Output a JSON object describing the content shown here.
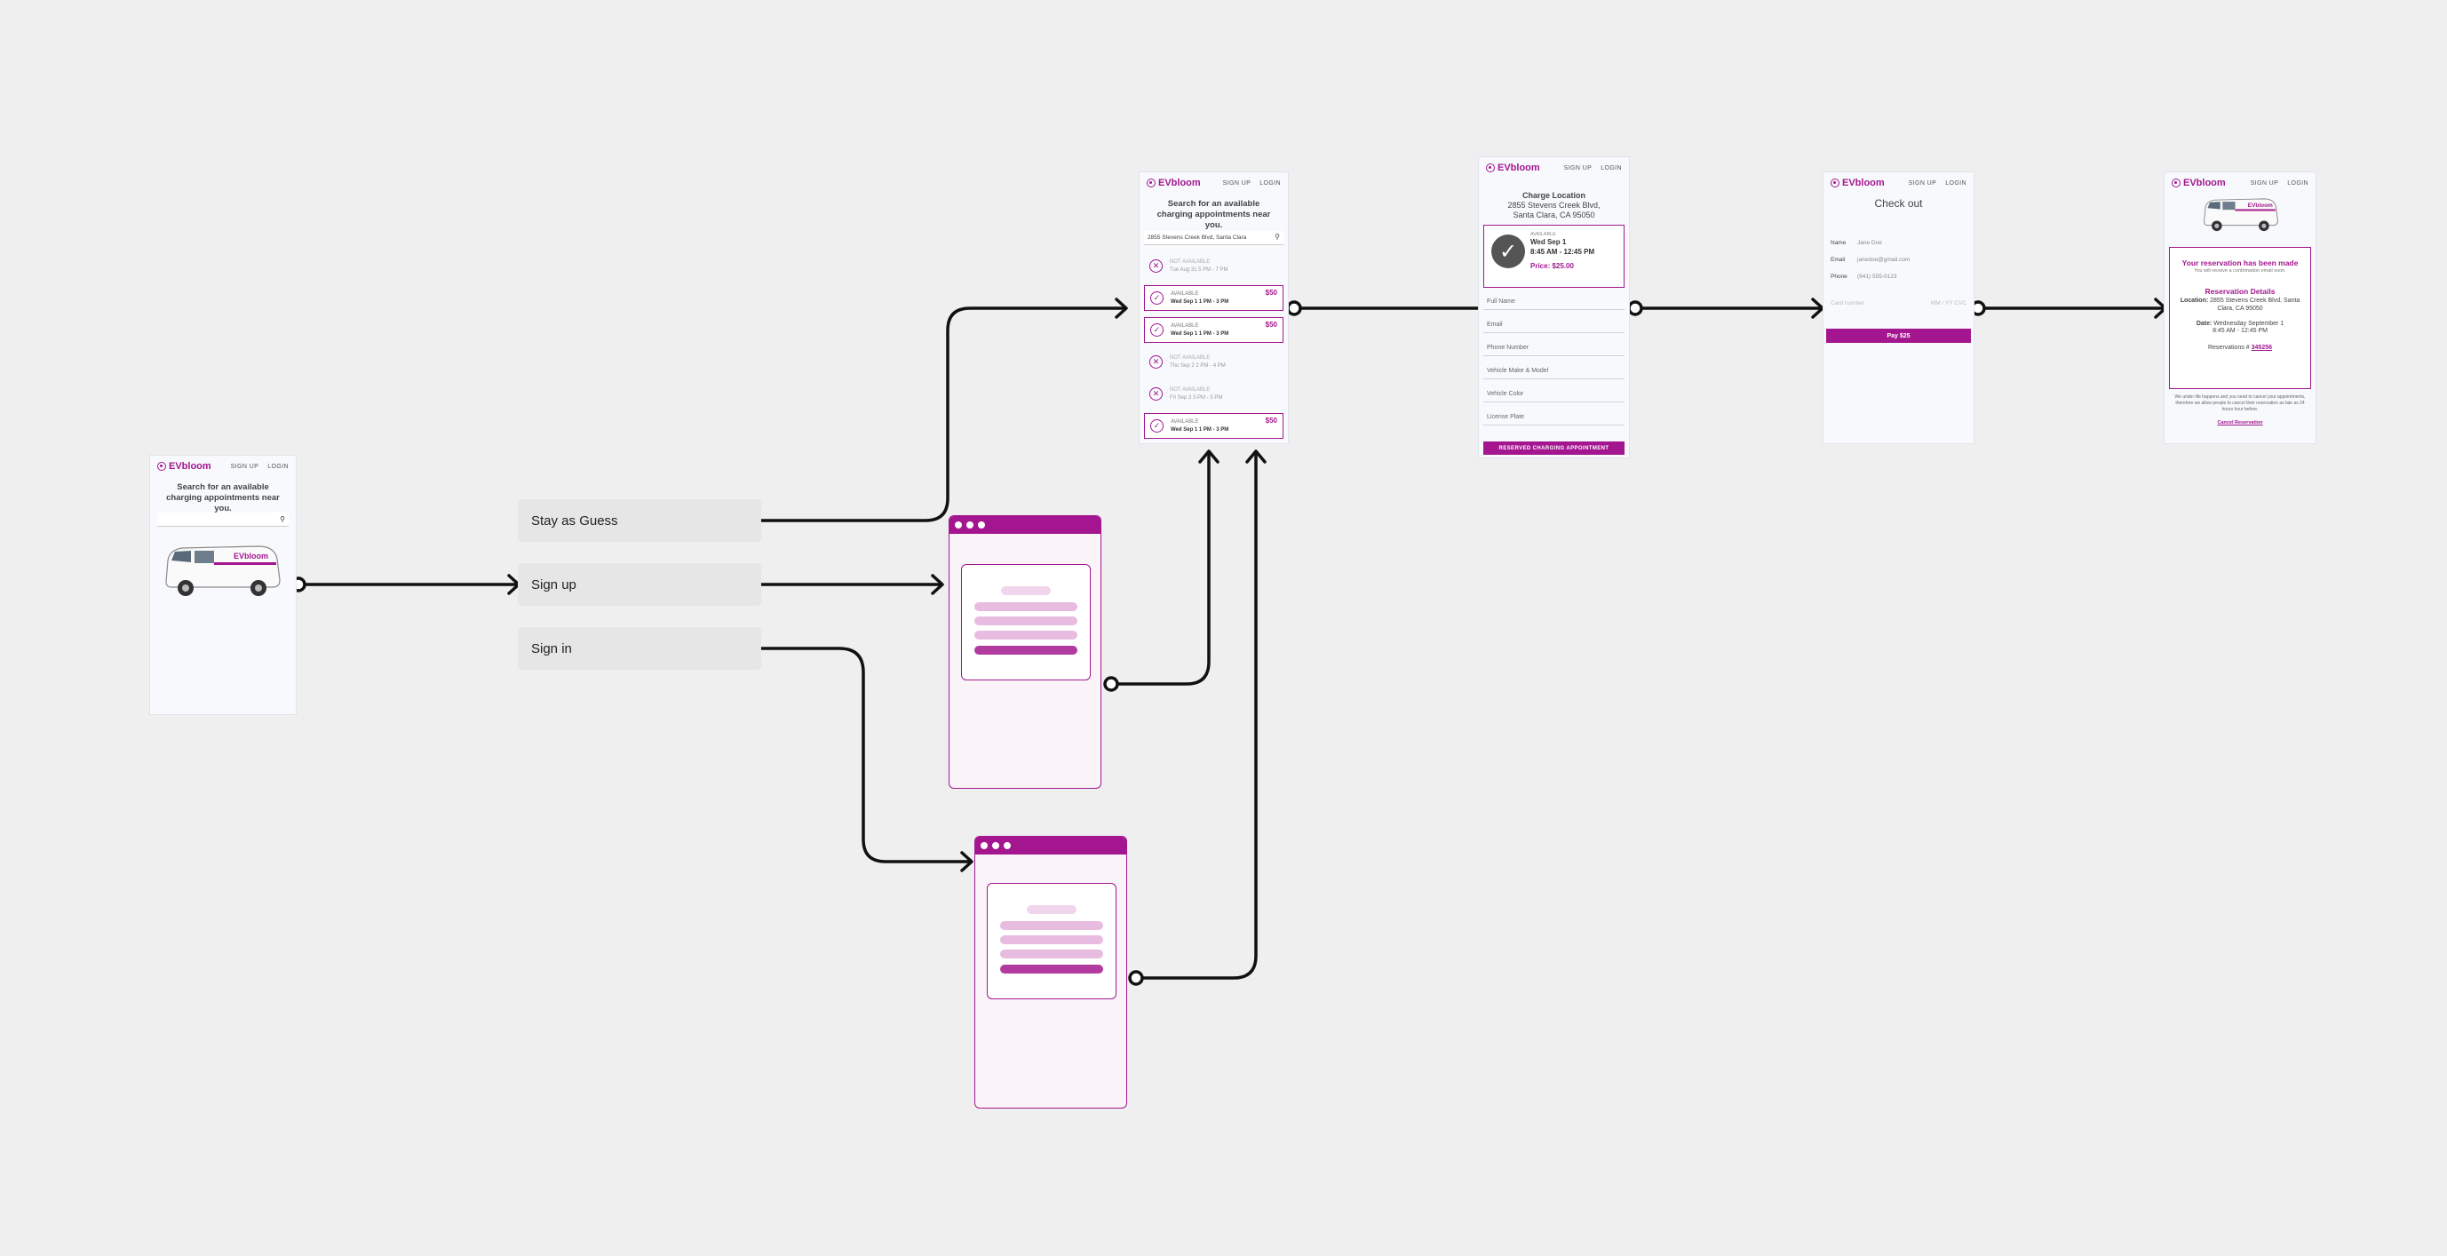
{
  "brand": {
    "name": "EVbloom",
    "accent": "#a3168f"
  },
  "nav": {
    "signup": "SIGN UP",
    "login": "LOGIN"
  },
  "landing": {
    "headline": "Search for an available charging appointments near you.",
    "van_label": "EVbloom",
    "search_icon": "search-icon"
  },
  "choices": {
    "guest": "Stay as Guess",
    "signup": "Sign up",
    "signin": "Sign in"
  },
  "results": {
    "headline": "Search for an available charging appointments near you.",
    "search_value": "2855 Stevens Creek Blvd, Santa Clara",
    "slots": [
      {
        "status": "NOT AVAILABLE",
        "time": "Tue Aug 31 5 PM - 7 PM",
        "price": "",
        "available": false
      },
      {
        "status": "AVAILABLE",
        "time": "Wed Sep 1 1 PM - 3 PM",
        "price": "$50",
        "available": true
      },
      {
        "status": "AVAILABLE",
        "time": "Wed Sep 1 1 PM - 3 PM",
        "price": "$50",
        "available": true
      },
      {
        "status": "NOT AVAILABLE",
        "time": "Thu Sep 2 2 PM - 4 PM",
        "price": "",
        "available": false
      },
      {
        "status": "NOT AVAILABLE",
        "time": "Fri Sep 3 3 PM - 5 PM",
        "price": "",
        "available": false
      },
      {
        "status": "AVAILABLE",
        "time": "Wed Sep 1 1 PM - 3 PM",
        "price": "$50",
        "available": true
      }
    ]
  },
  "details": {
    "title": "Charge Location",
    "address1": "2855 Stevens Creek Blvd,",
    "address2": "Santa Clara, CA 95050",
    "status": "AVAILABLE",
    "day": "Wed Sep 1",
    "time": "8:45 AM - 12:45 PM",
    "price": "Price: $25.00",
    "fields": [
      "Full Name",
      "Email",
      "Phone Number",
      "Vehicle Make & Model",
      "Vehicle Color",
      "License Plate"
    ],
    "button": "RESERVED CHARGING APPOINTMENT"
  },
  "checkout": {
    "title": "Check out",
    "rows": [
      {
        "label": "Name",
        "value": "Jane Doe"
      },
      {
        "label": "Email",
        "value": "janedoe@gmail.com"
      },
      {
        "label": "Phone",
        "value": "(941) 555-0123"
      }
    ],
    "card_placeholder": "Card number",
    "card_extra": "MM / YY  CVC",
    "pay_button": "Pay $25"
  },
  "confirm": {
    "headline": "Your reservation has been made",
    "sub": "You will receive a confirmation email soon.",
    "details_title": "Reservation Details",
    "location_label": "Location:",
    "location_value": "2855 Stevens Creek Blvd, Santa Clara, CA 95050",
    "date_label": "Date:",
    "date_value": "Wednesday September 1",
    "time_value": "8:45 AM - 12:45 PM",
    "res_label": "Reservations #",
    "res_number": "345256",
    "note": "We under life happens and you need to cancel your appointments, therefore we allow people to cancel their reservation as late as 24 hours hour before.",
    "cancel": "Cancel Reservation"
  }
}
